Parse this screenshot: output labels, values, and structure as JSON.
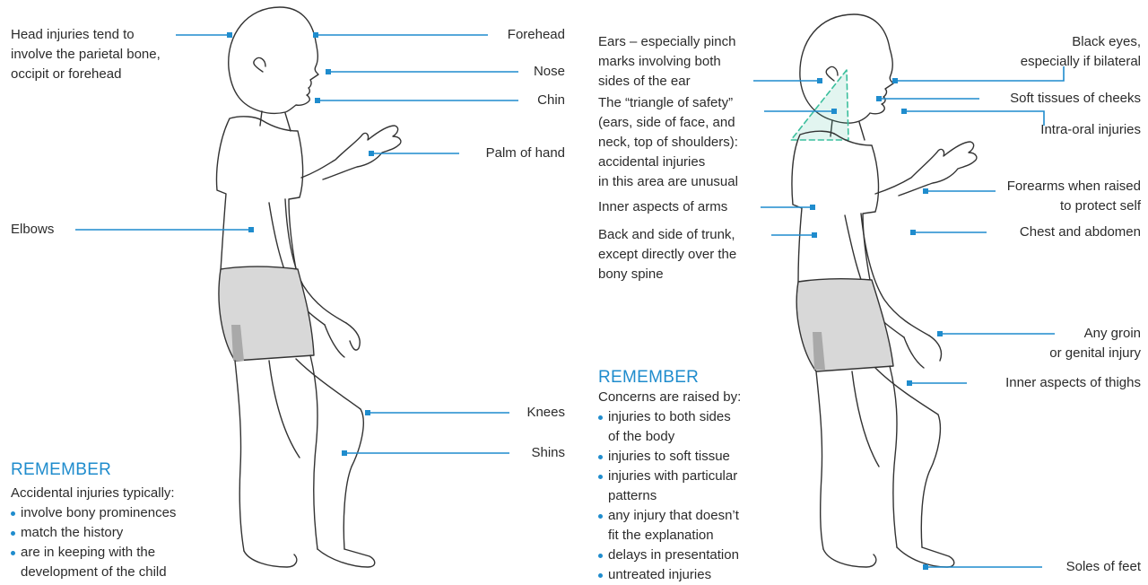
{
  "left_figure": {
    "labels": {
      "head": "Head injuries tend to\ninvolve the parietal bone,\noccipit or forehead",
      "forehead": "Forehead",
      "nose": "Nose",
      "chin": "Chin",
      "palm": "Palm of hand",
      "elbows": "Elbows",
      "knees": "Knees",
      "shins": "Shins"
    },
    "remember": {
      "title": "REMEMBER",
      "intro": "Accidental injuries typically:",
      "items": [
        "involve bony prominences",
        "match the history",
        "are in keeping with the\ndevelopment of the child"
      ]
    }
  },
  "right_figure": {
    "labels": {
      "ears": "Ears – especially pinch\nmarks involving both\nsides of the ear",
      "triangle": "The “triangle of safety”\n(ears, side of face, and\nneck, top of shoulders):\naccidental injuries\nin this area are unusual",
      "inner_arms": "Inner aspects of arms",
      "back": "Back and side of trunk,\nexcept directly over the\nbony spine",
      "black_eyes": "Black eyes,\nespecially if bilateral",
      "cheeks": "Soft tissues of cheeks",
      "intra_oral": "Intra-oral injuries",
      "forearms": "Forearms when raised\nto protect self",
      "chest": "Chest and abdomen",
      "groin": "Any groin\nor genital injury",
      "thighs": "Inner aspects of thighs",
      "soles": "Soles of feet"
    },
    "remember": {
      "title": "REMEMBER",
      "intro": "Concerns are raised by:",
      "items": [
        "injuries to both sides\nof the body",
        "injuries to soft tissue",
        "injuries with particular\npatterns",
        "any injury that doesn’t\nfit the explanation",
        "delays in presentation",
        "untreated injuries"
      ]
    }
  },
  "colors": {
    "accent": "#1f8ccd",
    "outline": "#333333",
    "shorts": "#d8d8d8",
    "shorts_shadow": "#a9a9a9",
    "triangle": "#3bbf9d"
  }
}
